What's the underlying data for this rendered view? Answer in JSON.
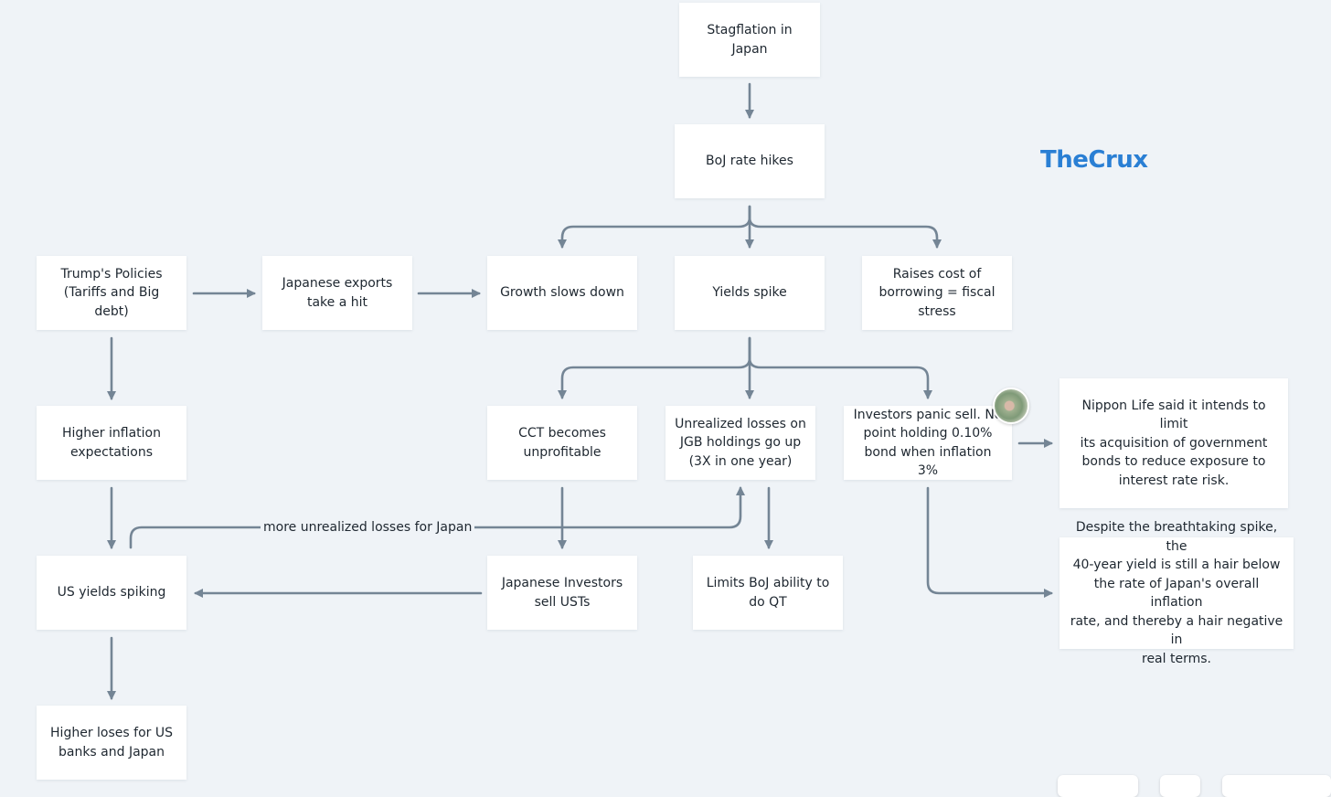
{
  "brand": "TheCrux",
  "colors": {
    "background": "#eff3f7",
    "arrow": "#748595",
    "brand": "#2a7fd4",
    "node": "#ffffff"
  },
  "nodes": {
    "stagflation": "Stagflation in Japan",
    "boj_rate_hikes": "BoJ rate hikes",
    "trump_policies": [
      "Trump's Policies",
      "(Tariffs and Big debt)"
    ],
    "japanese_exports": [
      "Japanese exports",
      "take a hit"
    ],
    "growth_slows": "Growth slows down",
    "yields_spike": "Yields spike",
    "raises_cost": [
      "Raises cost of",
      "borrowing = fiscal",
      "stress"
    ],
    "higher_inflation": [
      "Higher inflation",
      "expectations"
    ],
    "cct_unprofitable": [
      "CCT becomes",
      "unprofitable"
    ],
    "unrealized_losses": [
      "Unrealized losses on",
      "JGB holdings go up",
      "(3X in one year)"
    ],
    "investors_panic": [
      "Investors panic sell. No",
      "point holding 0.10%",
      "bond when inflation 3%"
    ],
    "nippon_life": [
      "Nippon Life said it intends to limit",
      "its acquisition of government",
      "bonds to reduce exposure to",
      "interest rate risk."
    ],
    "us_yields": "US yields spiking",
    "japanese_investors": [
      "Japanese Investors",
      "sell USTs"
    ],
    "limits_boj": [
      "Limits BoJ ability to",
      "do QT"
    ],
    "forty_year_yield": [
      "Despite the breathtaking spike, the",
      "40-year yield is still a hair below",
      "the rate of Japan's overall inflation",
      "rate, and thereby a hair negative in",
      "real terms."
    ],
    "higher_loses": [
      "Higher loses for US",
      "banks and Japan"
    ]
  },
  "edge_labels": {
    "more_unrealized": "more unrealized losses for Japan"
  }
}
